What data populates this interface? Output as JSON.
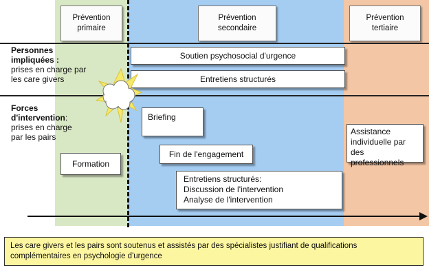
{
  "headers": {
    "primary": "Prévention\nprimaire",
    "secondary": "Prévention\nsecondaire",
    "tertiary": "Prévention\ntertiaire"
  },
  "rows": {
    "persons": {
      "bold": "Personnes\nimpliquées :",
      "rest": "prises en charge par\nles care givers"
    },
    "forces": {
      "bold": "Forces\nd'intervention",
      "rest": ":\nprises en charge\npar les pairs"
    }
  },
  "boxes": {
    "soutien": "Soutien psychosocial d'urgence",
    "entretiens_top": "Entretiens structurés",
    "briefing": "Briefing",
    "fin": "Fin de l'engagement",
    "formation": "Formation",
    "entretiens_bottom": "Entretiens structurés:\nDiscussion de l'intervention\nAnalyse de l'intervention",
    "assistance": "Assistance\nindividuelle par\ndes professionnels"
  },
  "footer": "Les care givers et les pairs sont soutenus et assistés par des spécialistes justifiant de qualifications\ncomplémentaires en psychologie d'urgence",
  "colors": {
    "primary_band": "#d9e8c4",
    "secondary_band": "#a5cdf2",
    "tertiary_band": "#f3c6a5",
    "footer_bg": "#fdf6a0"
  },
  "icons": [
    "explosion-cloud-icon",
    "timeline-arrow"
  ]
}
